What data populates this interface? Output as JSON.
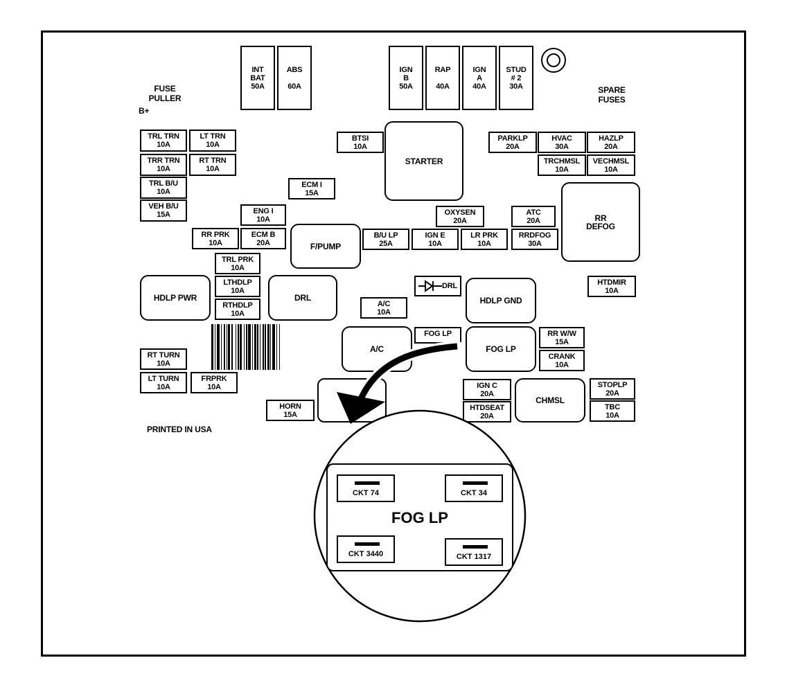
{
  "labels": {
    "fuse_puller": [
      "FUSE",
      "PULLER"
    ],
    "b_plus": "B+",
    "spare_fuses": [
      "SPARE",
      "FUSES"
    ],
    "printed": "PRINTED IN USA"
  },
  "fuses": {
    "int_bat": [
      "INT",
      "BAT",
      "50A"
    ],
    "abs": [
      "ABS",
      "60A"
    ],
    "ign_b": [
      "IGN",
      "B",
      "50A"
    ],
    "rap": [
      "RAP",
      "40A"
    ],
    "ign_a": [
      "IGN",
      "A",
      "40A"
    ],
    "stud2": [
      "STUD",
      "# 2",
      "30A"
    ],
    "trl_trn": [
      "TRL TRN",
      "10A"
    ],
    "lt_trn": [
      "LT TRN",
      "10A"
    ],
    "trr_trn": [
      "TRR TRN",
      "10A"
    ],
    "rt_trn": [
      "RT TRN",
      "10A"
    ],
    "trl_bu": [
      "TRL B/U",
      "10A"
    ],
    "veh_bu": [
      "VEH B/U",
      "15A"
    ],
    "btsi": [
      "BTSI",
      "10A"
    ],
    "starter": [
      "STARTER"
    ],
    "parklp": [
      "PARKLP",
      "20A"
    ],
    "hvac": [
      "HVAC",
      "30A"
    ],
    "hazlp": [
      "HAZLP",
      "20A"
    ],
    "trchmsl": [
      "TRCHMSL",
      "10A"
    ],
    "vechmsl": [
      "VECHMSL",
      "10A"
    ],
    "ecm_i": [
      "ECM I",
      "15A"
    ],
    "eng_i": [
      "ENG I",
      "10A"
    ],
    "oxysen": [
      "OXYSEN",
      "20A"
    ],
    "atc": [
      "ATC",
      "20A"
    ],
    "rr_defog": [
      "RR",
      "DEFOG"
    ],
    "rr_prk": [
      "RR PRK",
      "10A"
    ],
    "ecm_b": [
      "ECM B",
      "20A"
    ],
    "f_pump": [
      "F/PUMP"
    ],
    "bu_lp": [
      "B/U LP",
      "25A"
    ],
    "ign_e": [
      "IGN E",
      "10A"
    ],
    "lr_prk": [
      "LR PRK",
      "10A"
    ],
    "rrdfog": [
      "RRDFOG",
      "30A"
    ],
    "trl_prk": [
      "TRL PRK",
      "10A"
    ],
    "lthdlp": [
      "LTHDLP",
      "10A"
    ],
    "rthdlp": [
      "RTHDLP",
      "10A"
    ],
    "hdlp_pwr": [
      "HDLP PWR"
    ],
    "drl_relay": [
      "DRL"
    ],
    "drl_diode": "DRL",
    "hdlp_gnd": [
      "HDLP GND"
    ],
    "htdmir": [
      "HTDMIR",
      "10A"
    ],
    "ac_fuse": [
      "A/C",
      "10A"
    ],
    "ac_relay": [
      "A/C"
    ],
    "fog_lp_fuse": [
      "FOG LP"
    ],
    "fog_lp_relay": [
      "FOG LP"
    ],
    "rr_ww": [
      "RR W/W",
      "15A"
    ],
    "crank": [
      "CRANK",
      "10A"
    ],
    "rt_turn": [
      "RT TURN",
      "10A"
    ],
    "lt_turn": [
      "LT TURN",
      "10A"
    ],
    "frprk": [
      "FRPRK",
      "10A"
    ],
    "ign_c": [
      "IGN C",
      "20A"
    ],
    "htdseat": [
      "HTDSEAT",
      "20A"
    ],
    "chmsl": [
      "CHMSL"
    ],
    "stoplp": [
      "STOPLP",
      "20A"
    ],
    "tbc": [
      "TBC",
      "10A"
    ],
    "horn": [
      "HORN",
      "15A"
    ]
  },
  "detail": {
    "title": "FOG LP",
    "terminals": [
      "CKT 74",
      "CKT 34",
      "CKT 3440",
      "CKT 1317"
    ]
  }
}
